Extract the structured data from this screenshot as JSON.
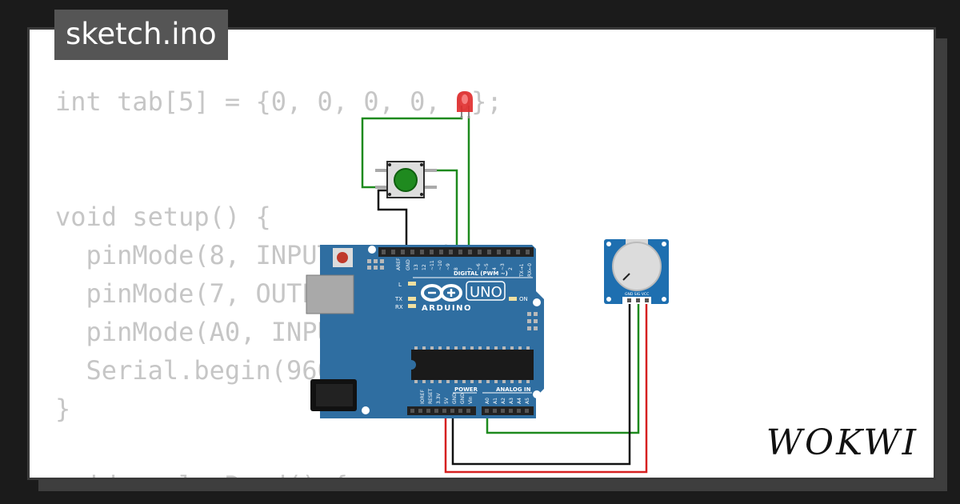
{
  "title": "sketch.ino",
  "brand": "WOKWI",
  "code_lines": [
    "int tab[5] = {0, 0, 0, 0, 0};",
    "",
    "",
    "void setup() {",
    "  pinMode(8, INPUT_PULLUP);",
    "  pinMode(7, OUTPUT);",
    "  pinMode(A0, INPUT);",
    "  Serial.begin(9600);",
    "}",
    "",
    "void analogRead() {"
  ],
  "board": {
    "model": "UNO",
    "brand": "ARDUINO",
    "digital_label": "DIGITAL (PWM ~)",
    "power_label": "POWER",
    "analog_label": "ANALOG IN",
    "on_label": "ON",
    "l_label": "L",
    "tx_label": "TX",
    "rx_label": "RX",
    "digital_pins": [
      "AREF",
      "GND",
      "13",
      "12",
      "~11",
      "~10",
      "~9",
      "8",
      "7",
      "~6",
      "~5",
      "4",
      "~3",
      "2",
      "TX→1",
      "RX←0"
    ],
    "power_pins": [
      "IOREF",
      "RESET",
      "3.3V",
      "5V",
      "GND",
      "GND",
      "Vin"
    ],
    "analog_pins": [
      "A0",
      "A1",
      "A2",
      "A3",
      "A4",
      "A5"
    ]
  },
  "potentiometer": {
    "pin_labels": "GND SIG VCC"
  },
  "colors": {
    "board": "#2f6ea1",
    "wire_green": "#1e8a1e",
    "wire_black": "#111111",
    "wire_red": "#d62020",
    "led": "#e02a2a",
    "button_cap": "#1f8a1f"
  }
}
